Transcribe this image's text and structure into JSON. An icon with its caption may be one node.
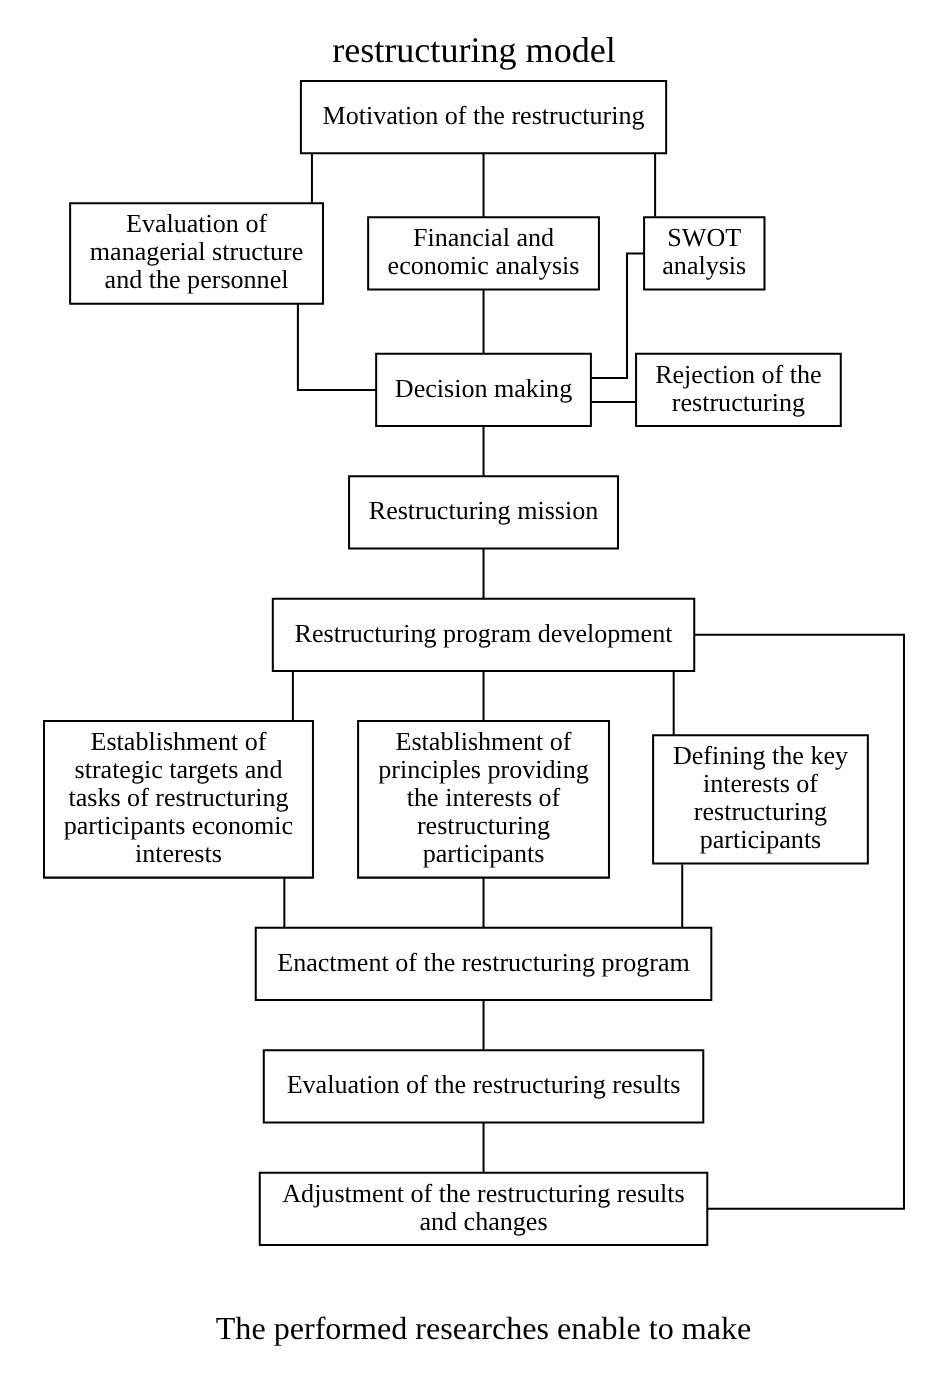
{
  "diagram": {
    "title": "restructuring model",
    "nodes": [
      {
        "text": [
          "Motivation of the restructuring"
        ]
      },
      {
        "text": [
          "Evaluation of managerial structure and the personnel"
        ]
      },
      {
        "text": [
          "Financial and economic analysis"
        ]
      },
      {
        "text": [
          "SWOT analysis"
        ]
      },
      {
        "text": [
          "Rejection of the restructuring"
        ]
      },
      {
        "text": [
          "Decision making"
        ]
      },
      {
        "text": [
          "Restructuring mission"
        ]
      },
      {
        "text": [
          "Restructuring program development"
        ]
      },
      {
        "text": [
          "Establishment of strategic targets and tasks of restructuring participants economic interests"
        ]
      },
      {
        "text": [
          "Establishment of principles providing the interests of restructuring participants"
        ]
      },
      {
        "text": [
          "Defining the key interests of restructuring participants"
        ]
      },
      {
        "text": [
          "Enactment of the restructuring program"
        ]
      },
      {
        "text": [
          "Evaluation of the restructuring results"
        ]
      },
      {
        "text": [
          "Adjustment of the restructuring results and changes"
        ]
      }
    ],
    "edges": [
      {
        "from": 0,
        "to": 1,
        "arrow": "none"
      },
      {
        "from": 0,
        "to": 2,
        "arrow": "none"
      },
      {
        "from": 0,
        "to": 3,
        "arrow": "none"
      },
      {
        "from": 1,
        "to": 5,
        "arrow": "none"
      },
      {
        "from": 2,
        "to": 5,
        "arrow": "none"
      },
      {
        "from": 3,
        "to": 5,
        "arrow": "none"
      },
      {
        "from": 5,
        "to": 4,
        "arrow": "none"
      },
      {
        "from": 5,
        "to": 6,
        "arrow": "none"
      },
      {
        "from": 6,
        "to": 7,
        "arrow": "none"
      },
      {
        "from": 7,
        "to": 8,
        "arrow": "none"
      },
      {
        "from": 7,
        "to": 9,
        "arrow": "none"
      },
      {
        "from": 7,
        "to": 10,
        "arrow": "none"
      },
      {
        "from": 8,
        "to": 11,
        "arrow": "none"
      },
      {
        "from": 9,
        "to": 11,
        "arrow": "none"
      },
      {
        "from": 10,
        "to": 11,
        "arrow": "none"
      },
      {
        "from": 11,
        "to": 12,
        "arrow": "none"
      },
      {
        "from": 12,
        "to": 13,
        "arrow": "none"
      },
      {
        "from": 13,
        "to": 7,
        "arrow": "none"
      }
    ],
    "labels": [
      "The performed researches enable to make"
    ]
  }
}
